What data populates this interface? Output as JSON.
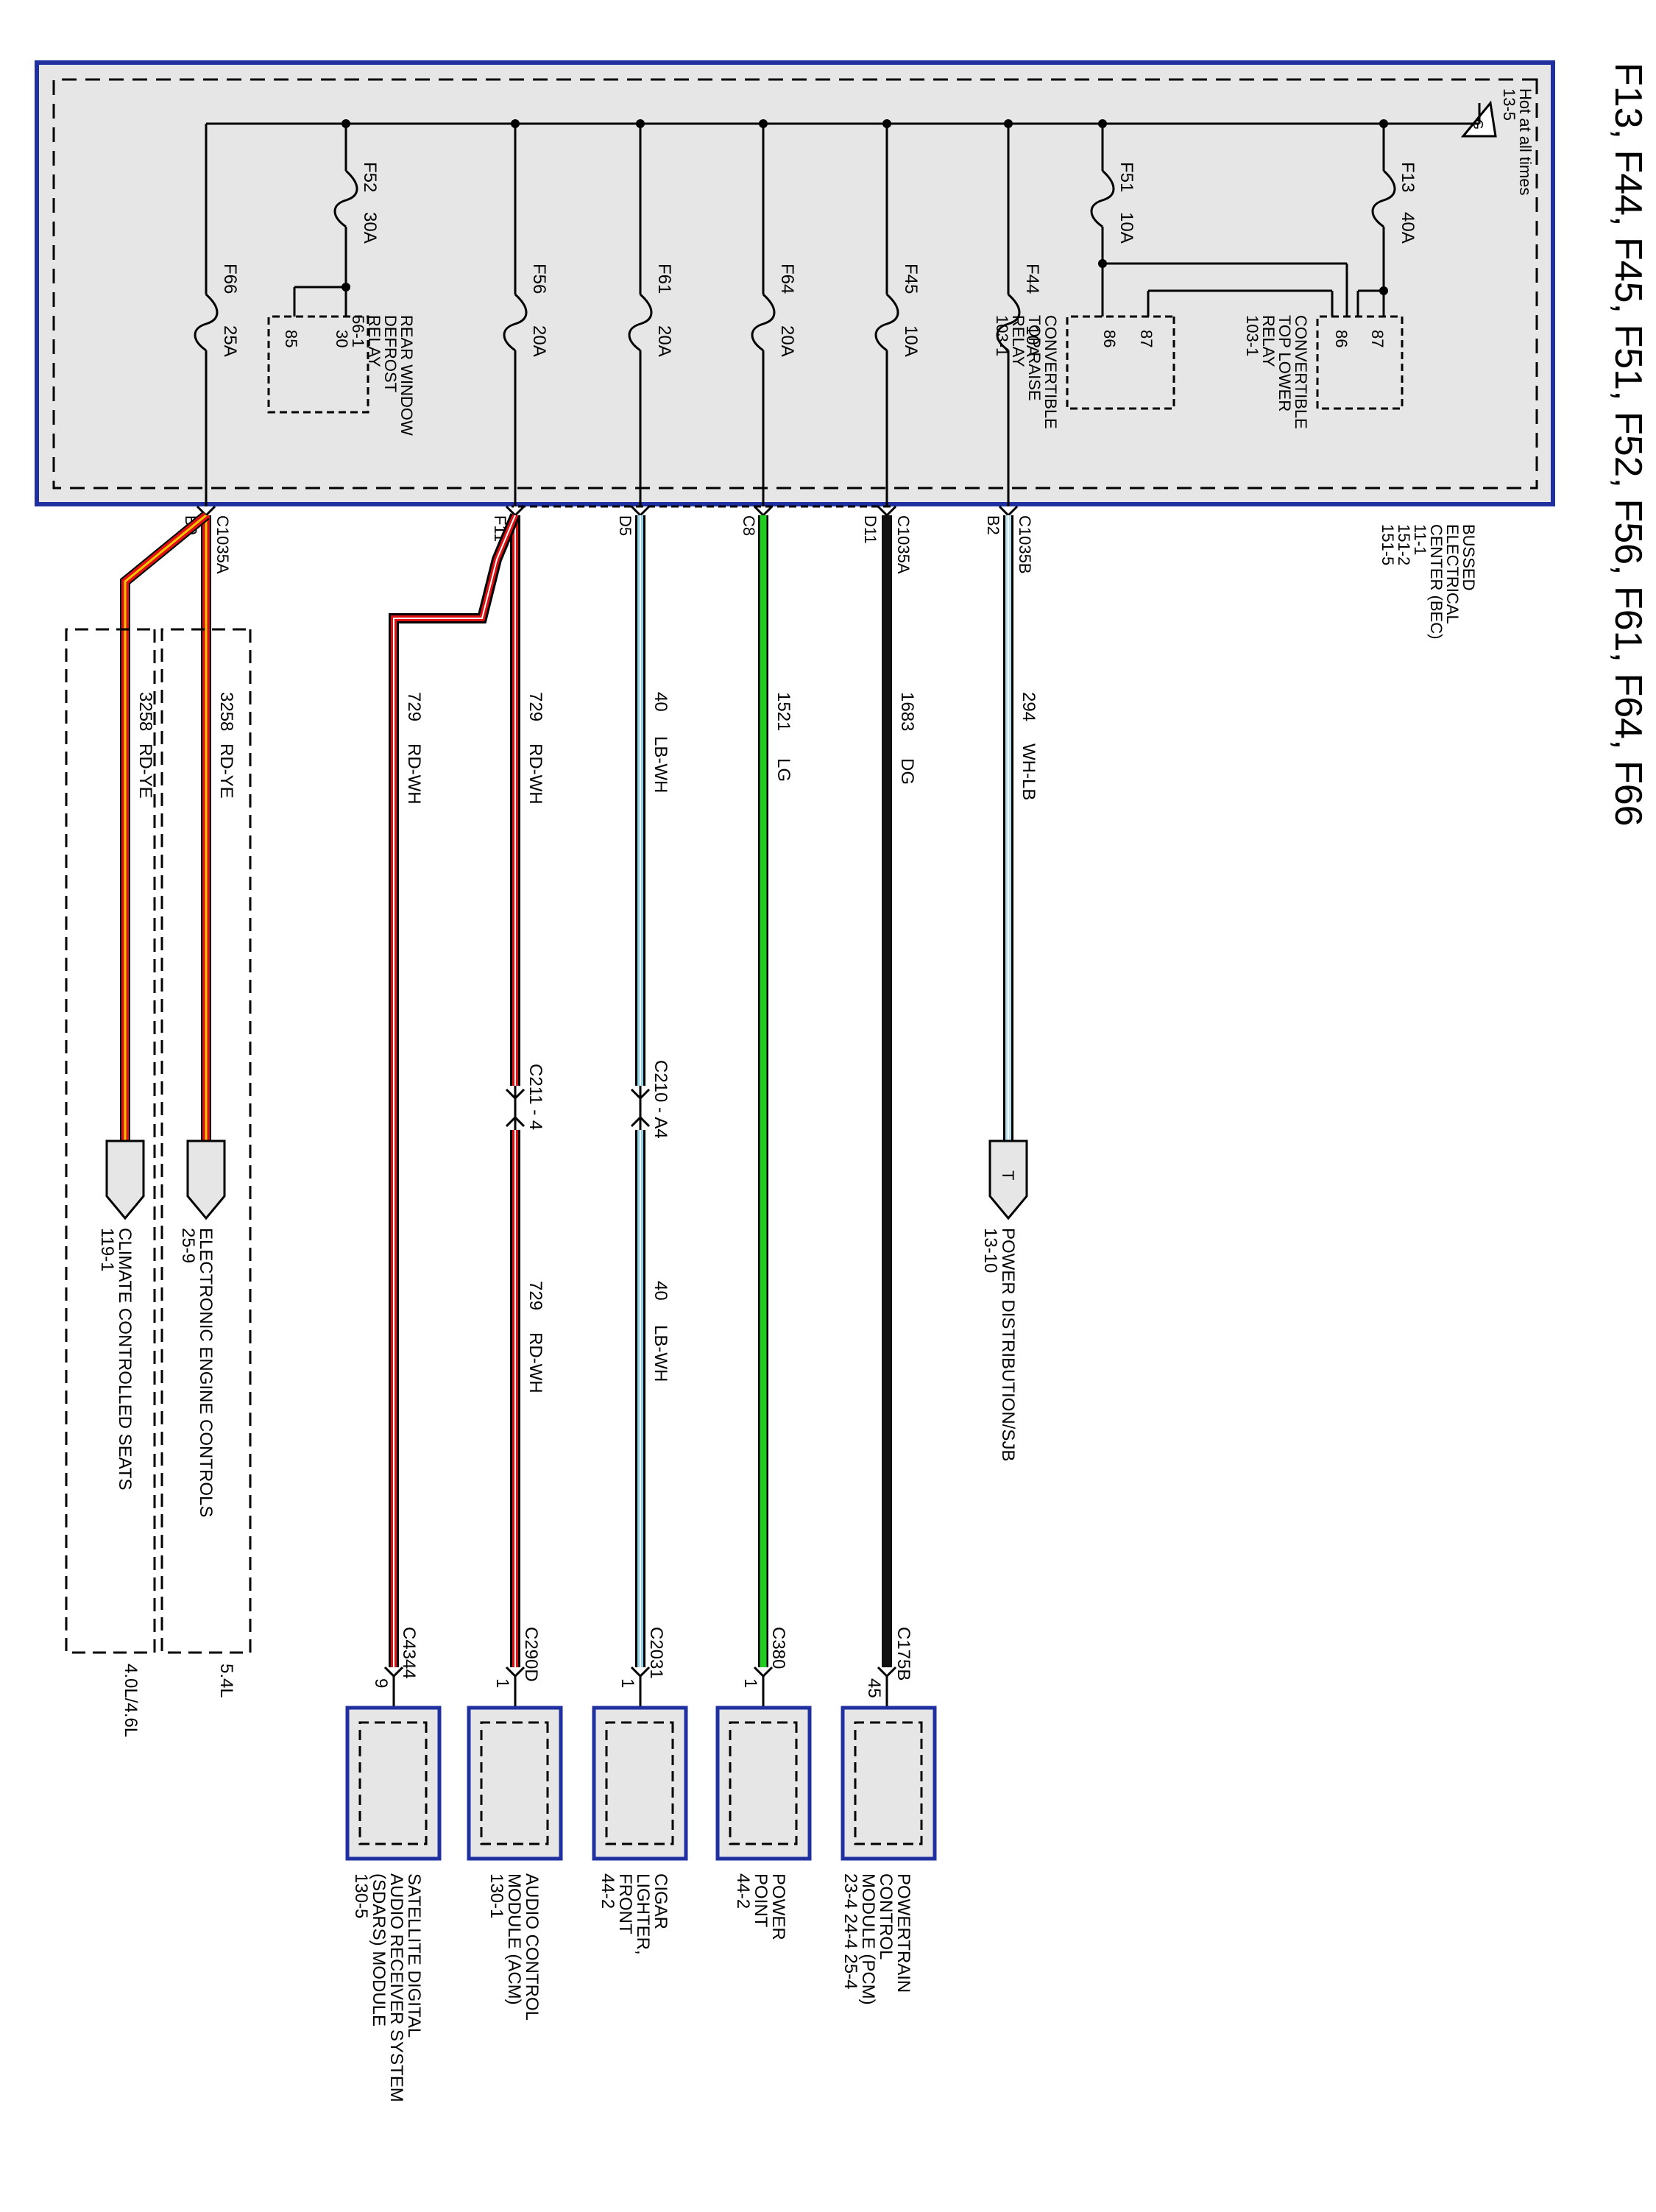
{
  "title": "F13, F44, F45, F51, F52, F56, F61, F64, F66",
  "bec": {
    "lines": [
      "BUSSED",
      "ELECTRICAL",
      "CENTER (BEC)",
      "11-1",
      "151-2",
      "151-5"
    ],
    "hot": "Hot at all times",
    "hot_ref": "13-5",
    "ground_letter": "G"
  },
  "fuses": [
    {
      "id": "f13",
      "name": "F13",
      "rating": "40A"
    },
    {
      "id": "f51",
      "name": "F51",
      "rating": "10A"
    },
    {
      "id": "f52",
      "name": "F52",
      "rating": "30A"
    },
    {
      "id": "f44",
      "name": "F44",
      "rating": "10A"
    },
    {
      "id": "f45",
      "name": "F45",
      "rating": "10A"
    },
    {
      "id": "f64",
      "name": "F64",
      "rating": "20A"
    },
    {
      "id": "f61",
      "name": "F61",
      "rating": "20A"
    },
    {
      "id": "f56",
      "name": "F56",
      "rating": "20A"
    },
    {
      "id": "f66",
      "name": "F66",
      "rating": "25A"
    }
  ],
  "relays": [
    {
      "id": "lower",
      "lines": [
        "CONVERTIBLE",
        "TOP LOWER",
        "RELAY",
        "103-1"
      ],
      "pins": [
        "87",
        "86"
      ]
    },
    {
      "id": "raise",
      "lines": [
        "CONVERTIBLE",
        "TOP RAISE",
        "RELAY",
        "103-1"
      ],
      "pins": [
        "87",
        "86"
      ]
    },
    {
      "id": "defrost",
      "lines": [
        "REAR WINDOW",
        "DEFROST",
        "RELAY",
        "56-1"
      ],
      "pins": [
        "30",
        "85"
      ]
    }
  ],
  "connectors": [
    {
      "id": "c1035b",
      "name": "C1035B",
      "pin": "B2"
    },
    {
      "id": "c1035a-d11",
      "name": "C1035A",
      "pin": "D11"
    },
    {
      "id": "c8",
      "name": "",
      "pin": "C8"
    },
    {
      "id": "d5",
      "name": "",
      "pin": "D5"
    },
    {
      "id": "f11",
      "name": "",
      "pin": "F11"
    },
    {
      "id": "c1035a-b9",
      "name": "C1035A",
      "pin": "B9"
    }
  ],
  "wires": [
    {
      "id": "w294",
      "circuit": "294",
      "color": "WH-LB"
    },
    {
      "id": "w1683",
      "circuit": "1683",
      "color": "DG"
    },
    {
      "id": "w1521",
      "circuit": "1521",
      "color": "LG"
    },
    {
      "id": "w40",
      "circuit": "40",
      "color": "LB-WH"
    },
    {
      "id": "w40b",
      "circuit": "40",
      "color": "LB-WH"
    },
    {
      "id": "w729a",
      "circuit": "729",
      "color": "RD-WH"
    },
    {
      "id": "w729b",
      "circuit": "729",
      "color": "RD-WH"
    },
    {
      "id": "w729c",
      "circuit": "729",
      "color": "RD-WH"
    },
    {
      "id": "w3258a",
      "circuit": "3258",
      "color": "RD-YE"
    },
    {
      "id": "w3258b",
      "circuit": "3258",
      "color": "RD-YE"
    }
  ],
  "inline_connectors": [
    {
      "id": "c210",
      "label": "C210 - A4"
    },
    {
      "id": "c211",
      "label": "C211 - 4"
    }
  ],
  "refs": [
    {
      "id": "pdsjb",
      "letter": "T",
      "lines": [
        "POWER DISTRIBUTION/SJB",
        "13-10"
      ]
    },
    {
      "id": "eec",
      "letter": "",
      "lines": [
        "ELECTRONIC ENGINE CONTROLS",
        "25-9"
      ]
    },
    {
      "id": "seats",
      "letter": "",
      "lines": [
        "CLIMATE CONTROLLED SEATS",
        "119-1"
      ]
    }
  ],
  "variants": [
    "5.4L",
    "4.0L/4.6L"
  ],
  "modules": [
    {
      "id": "pcm",
      "connector": "C175B",
      "pin": "45",
      "lines": [
        "POWERTRAIN",
        "CONTROL",
        "MODULE (PCM)",
        "23-4    24-4    25-4"
      ]
    },
    {
      "id": "pp",
      "connector": "C380",
      "pin": "1",
      "lines": [
        "POWER",
        "POINT",
        "44-2"
      ]
    },
    {
      "id": "cigar",
      "connector": "C2031",
      "pin": "1",
      "lines": [
        "CIGAR",
        "LIGHTER,",
        "FRONT",
        "44-2"
      ]
    },
    {
      "id": "acm",
      "connector": "C290D",
      "pin": "1",
      "lines": [
        "AUDIO CONTROL",
        "MODULE (ACM)",
        "130-1"
      ]
    },
    {
      "id": "sdars",
      "connector": "C4344",
      "pin": "9",
      "lines": [
        "SATELLITE DIGITAL",
        "AUDIO RECEIVER SYSTEM",
        "(SDARS) MODULE",
        "130-5"
      ]
    }
  ],
  "colors": {
    "frame": "#2030a0",
    "box_fill": "#e6e6e6",
    "wh_lb": "#b8e2f2",
    "dg": "#111111",
    "lg": "#22cc22",
    "lb_wh": "#8fd3ea",
    "rd_wh": "#dd1111",
    "rd_ye": "#dd1111",
    "rd_ye_stripe": "#f5c400"
  }
}
